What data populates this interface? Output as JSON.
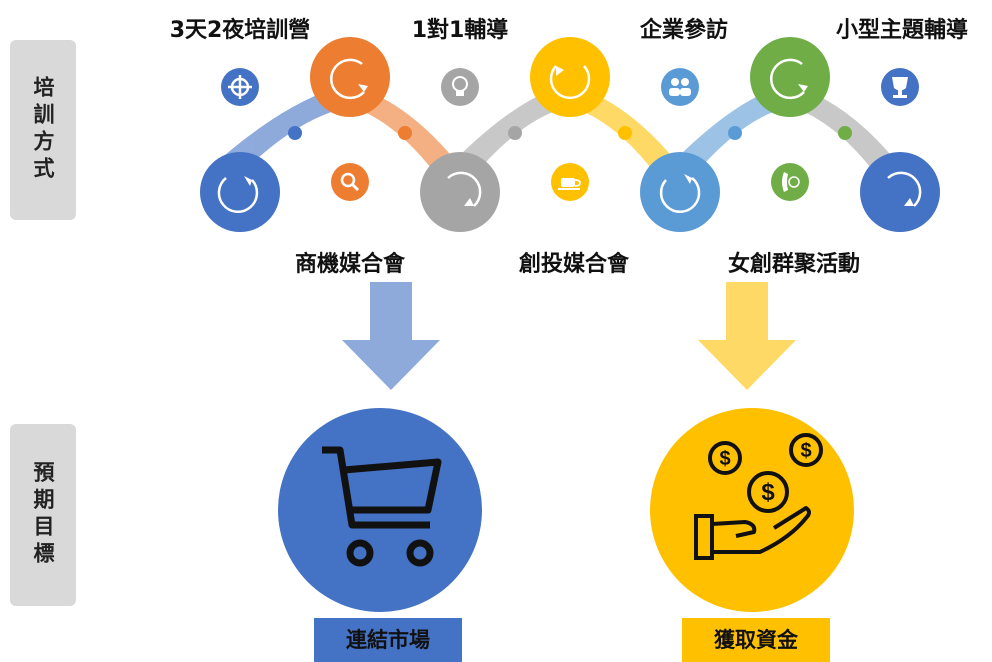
{
  "side_labels": {
    "training": "培訓方式",
    "goals": "預期目標"
  },
  "top_labels": [
    "3天2夜培訓營",
    "1對1輔導",
    "企業參訪",
    "小型主題輔導"
  ],
  "bottom_labels": [
    "商機媒合會",
    "創投媒合會",
    "女創群聚活動"
  ],
  "outcomes": [
    "連結市場",
    "獲取資金"
  ],
  "colors": {
    "blue": "#4472c4",
    "orange": "#ed7d31",
    "gray": "#a5a5a5",
    "gold": "#ffc000",
    "lightblue": "#5b9bd5",
    "green": "#70ad47",
    "light_blue_arrow": "#8eaadb",
    "light_gold_arrow": "#ffd966",
    "side_gray": "#d9d9d9"
  },
  "icons": {
    "top_small": [
      "crosshair-icon",
      "lightbulb-icon",
      "people-icon",
      "trophy-icon"
    ],
    "bottom_small": [
      "search-icon",
      "coffee-cup-icon",
      "phone-24h-icon"
    ],
    "outcome": [
      "shopping-cart-icon",
      "money-hand-icon"
    ]
  }
}
